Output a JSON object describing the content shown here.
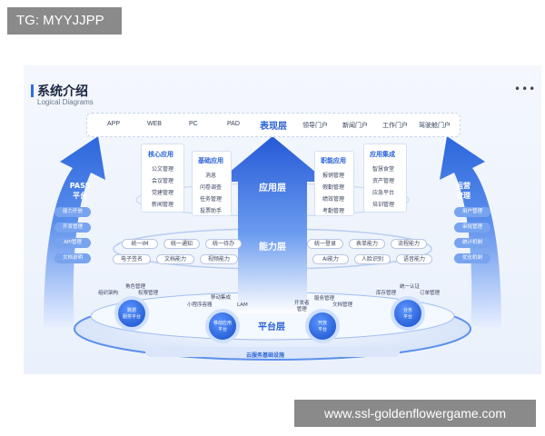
{
  "watermarks": {
    "top": "TG: MYYJJPP",
    "bottom": "www.ssl-goldenflowergame.com"
  },
  "header": {
    "title": "系统介绍",
    "subtitle": "Logical Diagrams",
    "more": "•••"
  },
  "presentation": {
    "title": "表现层",
    "items": [
      "APP",
      "WEB",
      "PC",
      "PAD",
      "领导门户",
      "新闻门户",
      "工作门户",
      "驾驶舱门户"
    ]
  },
  "application": {
    "title": "应用层",
    "panels": [
      {
        "title": "核心应用",
        "items": [
          "公文管理",
          "会议管理",
          "党建管理",
          "新闻管理"
        ]
      },
      {
        "title": "基础应用",
        "items": [
          "消息",
          "问卷调查",
          "任务管理",
          "投票助手"
        ]
      },
      {
        "title": "职能应用",
        "items": [
          "报销管理",
          "假勤管理",
          "绩效管理",
          "考勤管理"
        ]
      },
      {
        "title": "应用集成",
        "items": [
          "智慧食堂",
          "资产管理",
          "应急平台",
          "培训管理"
        ]
      }
    ]
  },
  "capability": {
    "title": "能力层",
    "pills": [
      "统一IM",
      "统一通知",
      "统一待办",
      "统一登录",
      "表单能力",
      "流程能力",
      "电子签名",
      "文档能力",
      "视频能力",
      "AI能力",
      "人脸识别",
      "语音能力"
    ]
  },
  "platform": {
    "title": "平台层",
    "orbs": [
      "数据\n服务平台",
      "移动应用\n平台",
      "开放\n平台",
      "业务\n平台"
    ],
    "labels": [
      "角色管理",
      "权限管理",
      "组织架构",
      "移动集成",
      "小程序容器",
      "LAM",
      "服务管理",
      "开发者\n管理",
      "文档管理",
      "库存管理",
      "统一认证",
      "订单管理"
    ],
    "foundation": "云服务基础设施"
  },
  "left_arrow": {
    "title": "PASS\n平台",
    "items": [
      "能力开放",
      "开发管理",
      "API管理",
      "文档说明"
    ]
  },
  "right_arrow": {
    "title": "运营\n管理",
    "items": [
      "用户管理",
      "审批管理",
      "统计机制",
      "优化机制"
    ]
  },
  "colors": {
    "accent": "#2f6fe0",
    "arrow": "#5d90ea",
    "pill_fill": "#78a3ef"
  }
}
